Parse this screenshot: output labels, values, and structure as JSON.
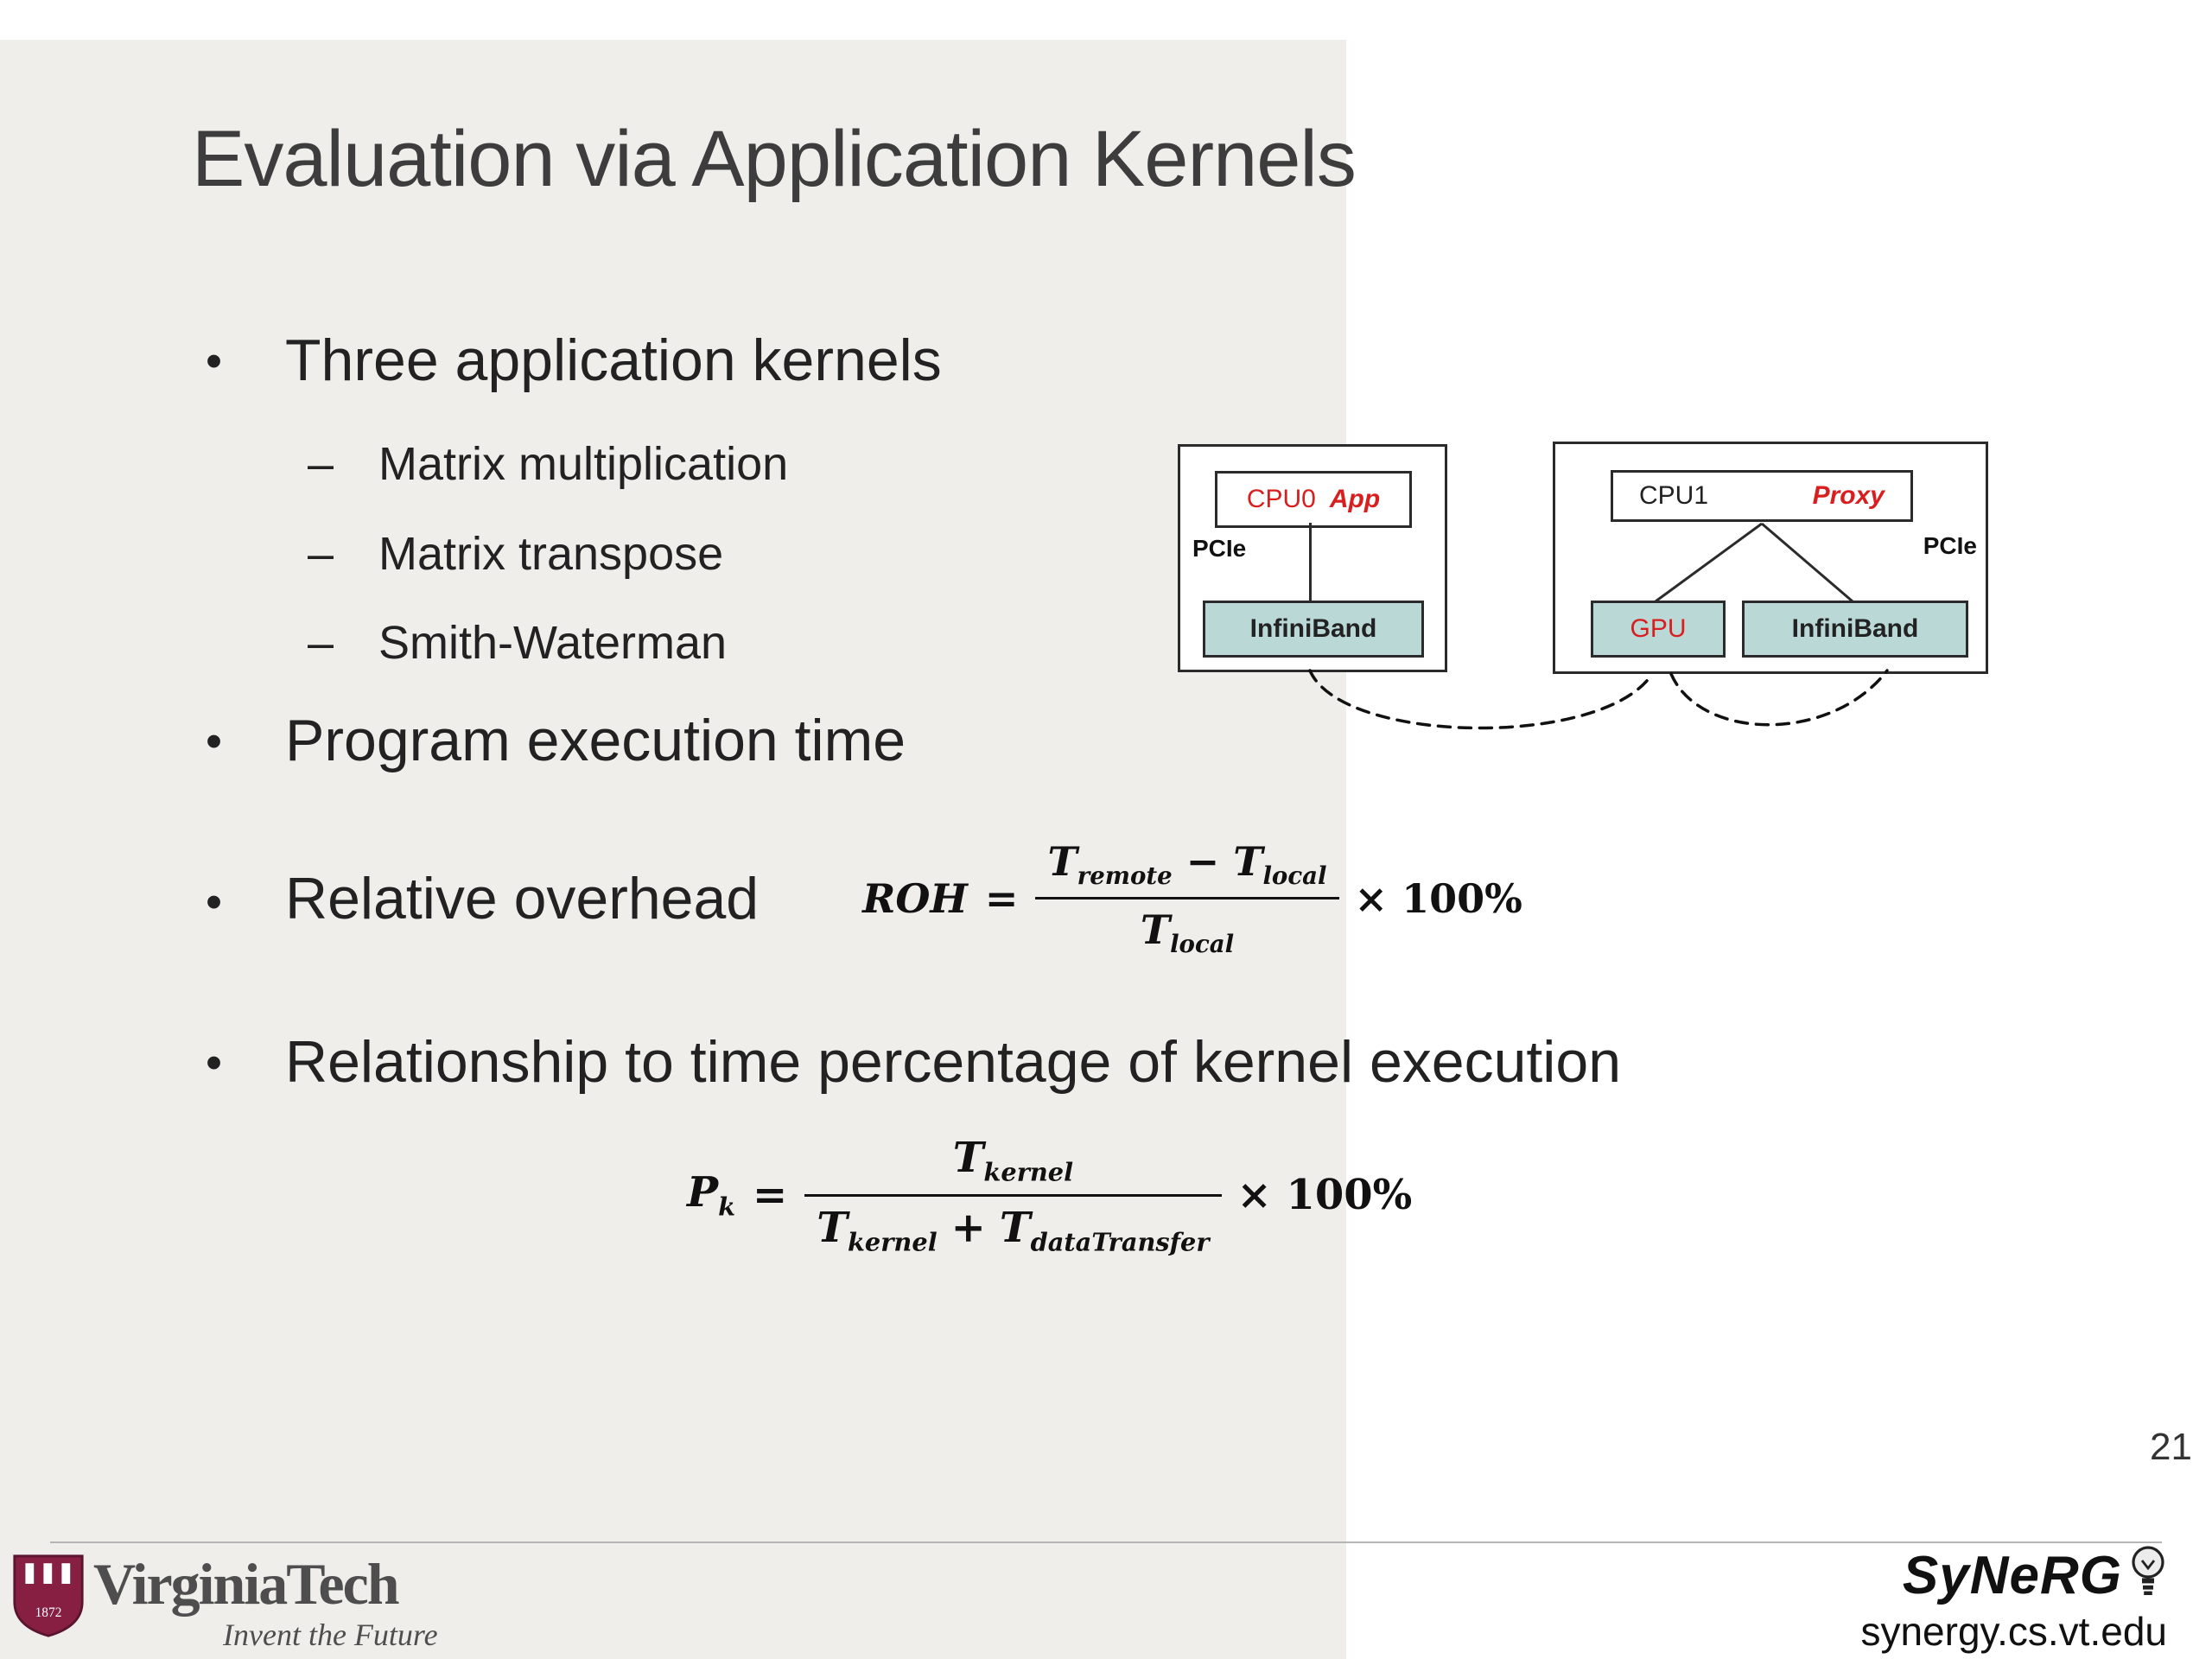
{
  "glyphs": {
    "bullet": "•",
    "dash": "–"
  },
  "colors": {
    "accent_red": "#d81e1e",
    "teal_fill": "#b9d8d6",
    "vt_maroon": "#861f41",
    "slide_gray": "#efeeeb",
    "text_dark": "#2b2b2b"
  },
  "slide": {
    "title": "Evaluation via Application Kernels",
    "page_number": "21"
  },
  "bullets": {
    "b1": "Three application kernels",
    "b1_sub": [
      "Matrix multiplication",
      "Matrix transpose",
      "Smith-Waterman"
    ],
    "b2": "Program execution time",
    "b3": "Relative overhead",
    "b4": "Relationship to time percentage of kernel execution"
  },
  "formula_roh": {
    "lhs": "ROH",
    "equals": "=",
    "num_t1": "T",
    "num_t1_sub": "remote",
    "minus": "−",
    "num_t2": "T",
    "num_t2_sub": "local",
    "den_t": "T",
    "den_t_sub": "local",
    "suffix": "× 100%"
  },
  "formula_pk": {
    "lhs": "P",
    "lhs_sub": "k",
    "equals": "=",
    "num_t": "T",
    "num_t_sub": "kernel",
    "den_t1": "T",
    "den_t1_sub": "kernel",
    "plus": "+",
    "den_t2": "T",
    "den_t2_sub": "dataTransfer",
    "suffix": "× 100%"
  },
  "diagram": {
    "left_node": {
      "cpu": "CPU0",
      "role": "App",
      "pcie": "PCIe",
      "infiniband": "InfiniBand"
    },
    "right_node": {
      "cpu": "CPU1",
      "role": "Proxy",
      "pcie": "PCIe",
      "gpu": "GPU",
      "infiniband": "InfiniBand"
    }
  },
  "footer": {
    "vt_name": "VirginiaTech",
    "vt_tagline": "Invent the Future",
    "vt_shield_year": "1872",
    "synerg_name": "SyNeRG",
    "synerg_url": "synergy.cs.vt.edu"
  }
}
